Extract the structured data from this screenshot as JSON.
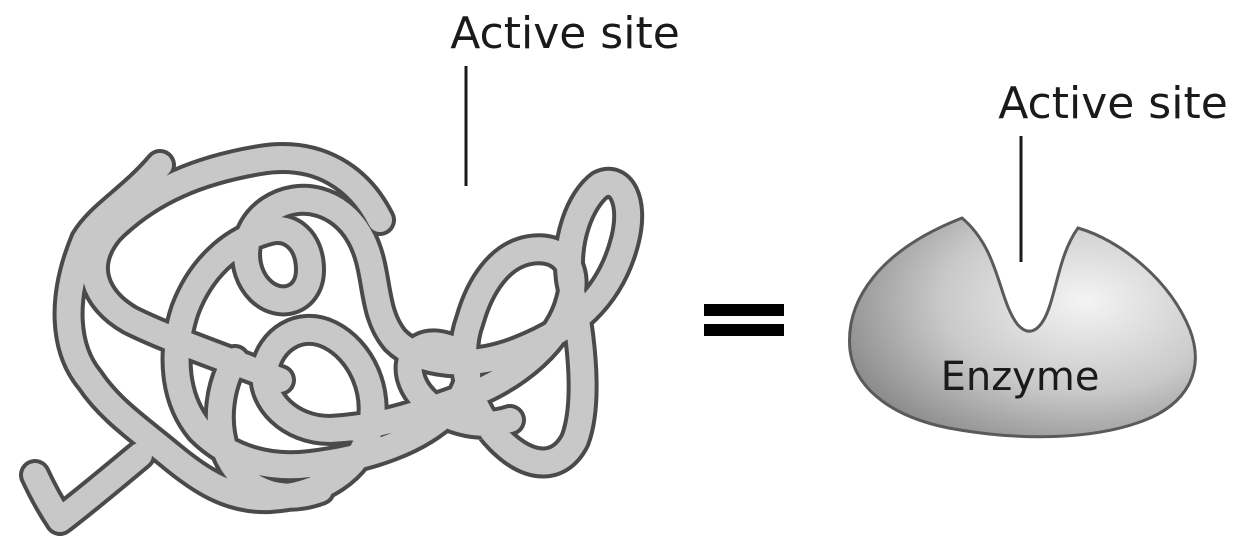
{
  "figure": {
    "protein_label": "Active site",
    "enzyme_label": "Active site",
    "enzyme_name": "Enzyme"
  },
  "colors": {
    "chain_outline": "#4d4d4d",
    "chain_fill": "#c8c8c8",
    "enzyme_light": "#f2f2f2",
    "enzyme_dark": "#8c8c8c",
    "equals": "#000000",
    "text": "#1a1a1a"
  }
}
